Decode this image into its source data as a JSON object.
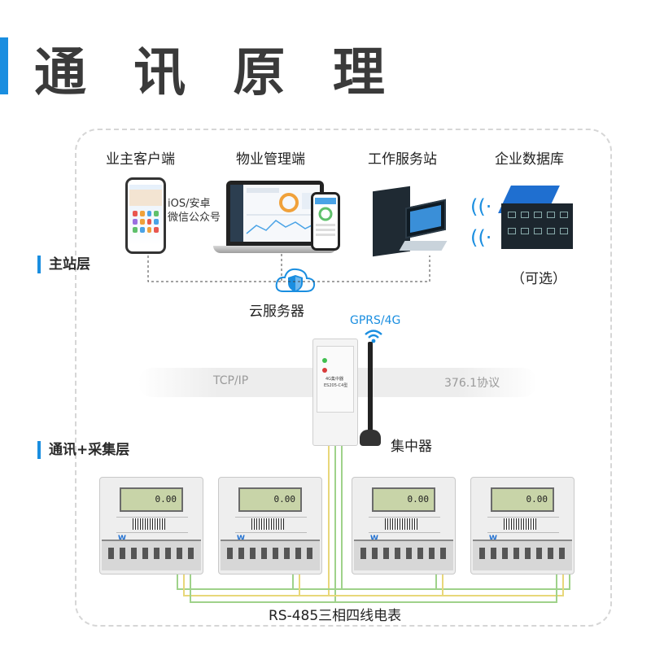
{
  "title": "通 讯 原 理",
  "layers": {
    "main_station": "主站层",
    "comm_collect": "通讯+采集层"
  },
  "terminals": {
    "owner_client": "业主客户端",
    "property_mgmt": "物业管理端",
    "work_station": "工作服务站",
    "enterprise_db": "企业数据库",
    "optional": "（可选）",
    "phone_caption_line1": "iOS/安卓",
    "phone_caption_line2": "微信公众号"
  },
  "cloud": {
    "label": "云服务器"
  },
  "network": {
    "gprs": "GPRS/4G",
    "tcpip": "TCP/IP",
    "protocol": "376.1协议"
  },
  "concentrator": {
    "label": "集中器",
    "model_line1": "4G集中器",
    "model_line2": "ES205-C4型"
  },
  "meters": {
    "caption": "RS-485三相四线电表",
    "count": 4,
    "display_value": "0.00"
  },
  "colors": {
    "accent": "#1a8ee0",
    "title_text": "#3a3a3a",
    "bus_green": "#9fd28a",
    "bus_yellow": "#e8d77a"
  }
}
